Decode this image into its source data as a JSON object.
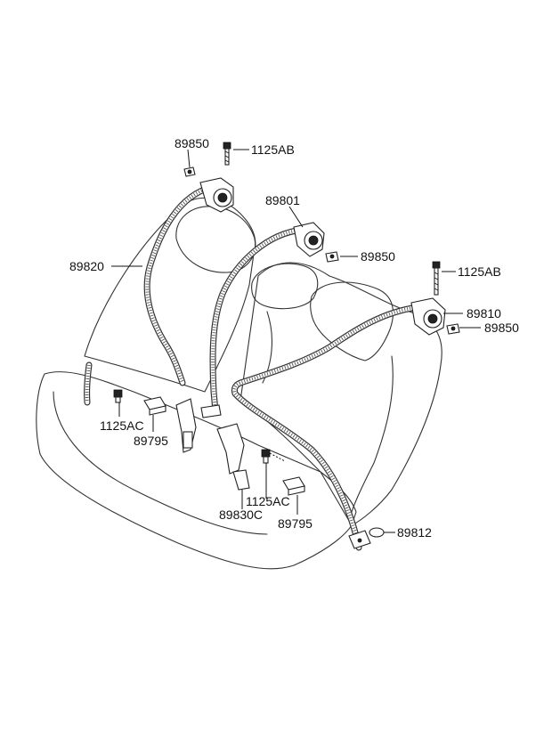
{
  "callouts": {
    "c89850_top": "89850",
    "c1125ab_top": "1125AB",
    "c89801": "89801",
    "c89850_mid": "89850",
    "c89820": "89820",
    "c1125ab_right": "1125AB",
    "c89810": "89810",
    "c89850_right": "89850",
    "c1125ac_left": "1125AC",
    "c89795_left": "89795",
    "c1125ac_mid": "1125AC",
    "c89830c": "89830C",
    "c89795_mid": "89795",
    "c89812": "89812"
  }
}
